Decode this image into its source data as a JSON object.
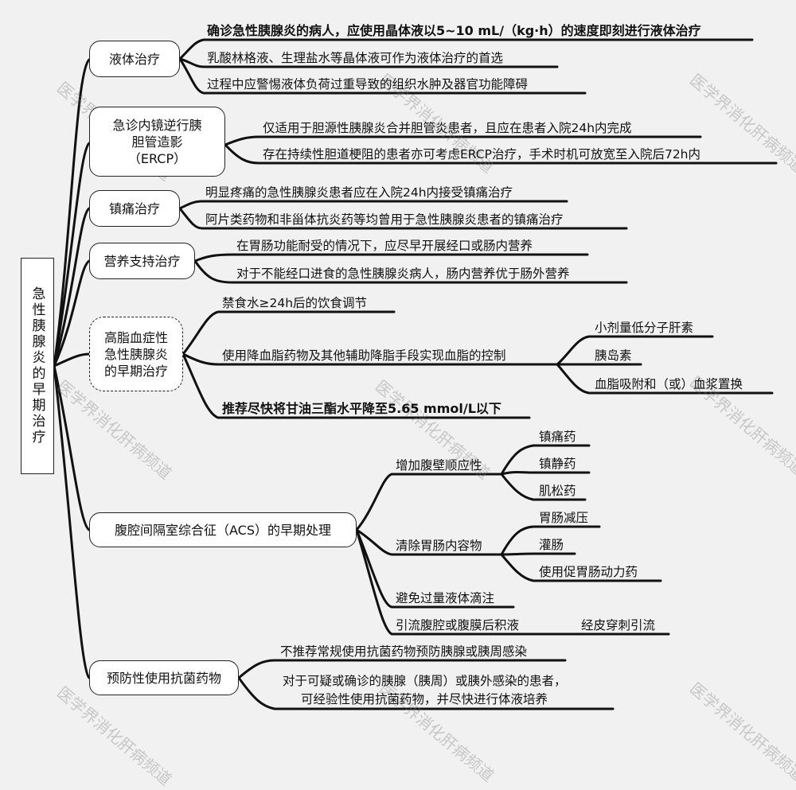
{
  "root": "急性胰腺炎的早期治疗",
  "watermark": "医学界消化肝病频道",
  "branches": {
    "b1": {
      "label": "液体治疗",
      "items": [
        "确诊急性胰腺炎的病人，应使用晶体液以5~10 mL/（kg·h）的速度即刻进行液体治疗",
        "乳酸林格液、生理盐水等晶体液可作为液体治疗的首选",
        "过程中应警惕液体负荷过重导致的组织水肿及器官功能障碍"
      ]
    },
    "b2": {
      "label": "急诊内镜逆行胰胆管造影（ERCP）",
      "label_lines": [
        "急诊内镜逆行胰",
        "胆管造影",
        "（ERCP）"
      ],
      "items": [
        "仅适用于胆源性胰腺炎合并胆管炎患者，且应在患者入院24h内完成",
        "存在持续性胆道梗阻的患者亦可考虑ERCP治疗，手术时机可放宽至入院后72h内"
      ]
    },
    "b3": {
      "label": "镇痛治疗",
      "items": [
        "明显疼痛的急性胰腺炎患者应在入院24h内接受镇痛治疗",
        "阿片类药物和非甾体抗炎药等均曾用于急性胰腺炎患者的镇痛治疗"
      ]
    },
    "b4": {
      "label": "营养支持治疗",
      "items": [
        "在胃肠功能耐受的情况下，应尽早开展经口或肠内营养",
        "对于不能经口进食的急性胰腺炎病人，肠内营养优于肠外营养"
      ]
    },
    "b5": {
      "label_lines": [
        "高脂血症性",
        "急性胰腺炎",
        "的早期治疗"
      ],
      "items": [
        "禁食水≥24h后的饮食调节",
        "使用降血脂药物及其他辅助降脂手段实现血脂的控制",
        "推荐尽快将甘油三酯水平降至5.65 mmol/L以下"
      ],
      "sub": [
        "小剂量低分子肝素",
        "胰岛素",
        "血脂吸附和（或）血浆置换"
      ]
    },
    "b6": {
      "label": "腹腔间隔室综合征（ACS）的早期处理",
      "items": [
        "增加腹壁顺应性",
        "清除胃肠内容物",
        "避免过量液体滴注",
        "引流腹腔或腹膜后积液"
      ],
      "sub1": [
        "镇痛药",
        "镇静药",
        "肌松药"
      ],
      "sub2": [
        "胃肠减压",
        "灌肠",
        "使用促胃肠动力药"
      ],
      "sub4": [
        "经皮穿刺引流"
      ]
    },
    "b7": {
      "label": "预防性使用抗菌药物",
      "items": [
        "不推荐常规使用抗菌药物预防胰腺或胰周感染",
        "对于可疑或确诊的胰腺（胰周）或胰外感染的患者，",
        "可经验性使用抗菌药物，并尽快进行体液培养"
      ]
    }
  }
}
